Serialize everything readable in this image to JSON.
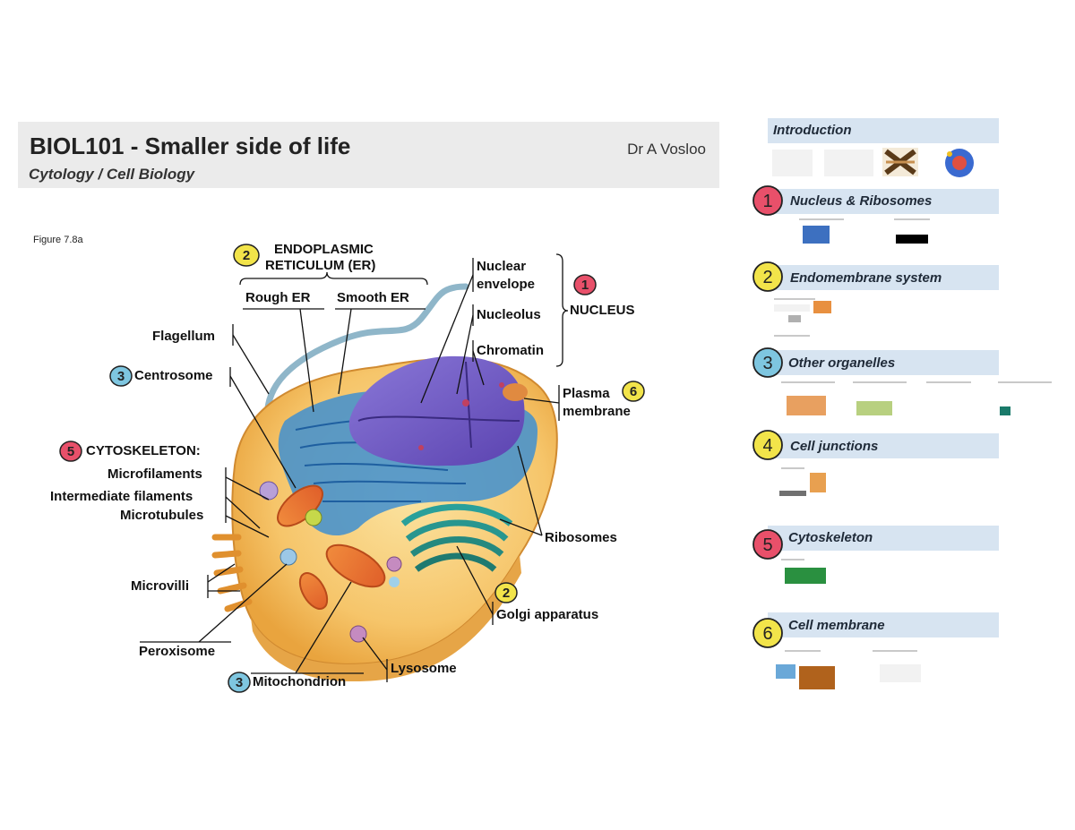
{
  "header": {
    "title": "BIOL101 - Smaller side of life",
    "subtitle": "Cytology / Cell Biology",
    "author": "Dr A Vosloo"
  },
  "figure": {
    "label": "Figure 7.8a",
    "labels": {
      "er": "ENDOPLASMIC",
      "er2": "RETICULUM (ER)",
      "rough_er": "Rough ER",
      "smooth_er": "Smooth ER",
      "nuclear_envelope_1": "Nuclear",
      "nuclear_envelope_2": "envelope",
      "nucleolus": "Nucleolus",
      "chromatin": "Chromatin",
      "nucleus": "NUCLEUS",
      "flagellum": "Flagellum",
      "centrosome": "Centrosome",
      "plasma_membrane_1": "Plasma",
      "plasma_membrane_2": "membrane",
      "cytoskeleton": "CYTOSKELETON:",
      "microfilaments": "Microfilaments",
      "intermediate_filaments": "Intermediate filaments",
      "microtubules": "Microtubules",
      "ribosomes": "Ribosomes",
      "microvilli": "Microvilli",
      "golgi": "Golgi apparatus",
      "peroxisome": "Peroxisome",
      "lysosome": "Lysosome",
      "mitochondrion": "Mitochondrion"
    },
    "markers": {
      "er": "2",
      "nucleus": "1",
      "centrosome": "3",
      "plasma_membrane": "6",
      "cytoskeleton": "5",
      "golgi": "2",
      "mitochondrion": "3"
    }
  },
  "sidebar": {
    "sections": [
      {
        "title": "Introduction",
        "number": "",
        "color": ""
      },
      {
        "title": "Nucleus & Ribosomes",
        "number": "1",
        "color": "#e8506a"
      },
      {
        "title": "Endomembrane system",
        "number": "2",
        "color": "#f2e44a"
      },
      {
        "title": "Other organelles",
        "number": "3",
        "color": "#7ec6e0"
      },
      {
        "title": "Cell junctions",
        "number": "4",
        "color": "#f2e44a"
      },
      {
        "title": "Cytoskeleton",
        "number": "5",
        "color": "#e8506a"
      },
      {
        "title": "Cell membrane",
        "number": "6",
        "color": "#f2e44a"
      }
    ]
  },
  "colors": {
    "header_bg": "#ebebeb",
    "section_bar": "#d7e4f1",
    "marker_red": "#e8506a",
    "marker_yellow": "#f2e44a",
    "marker_blue": "#7ec6e0"
  }
}
